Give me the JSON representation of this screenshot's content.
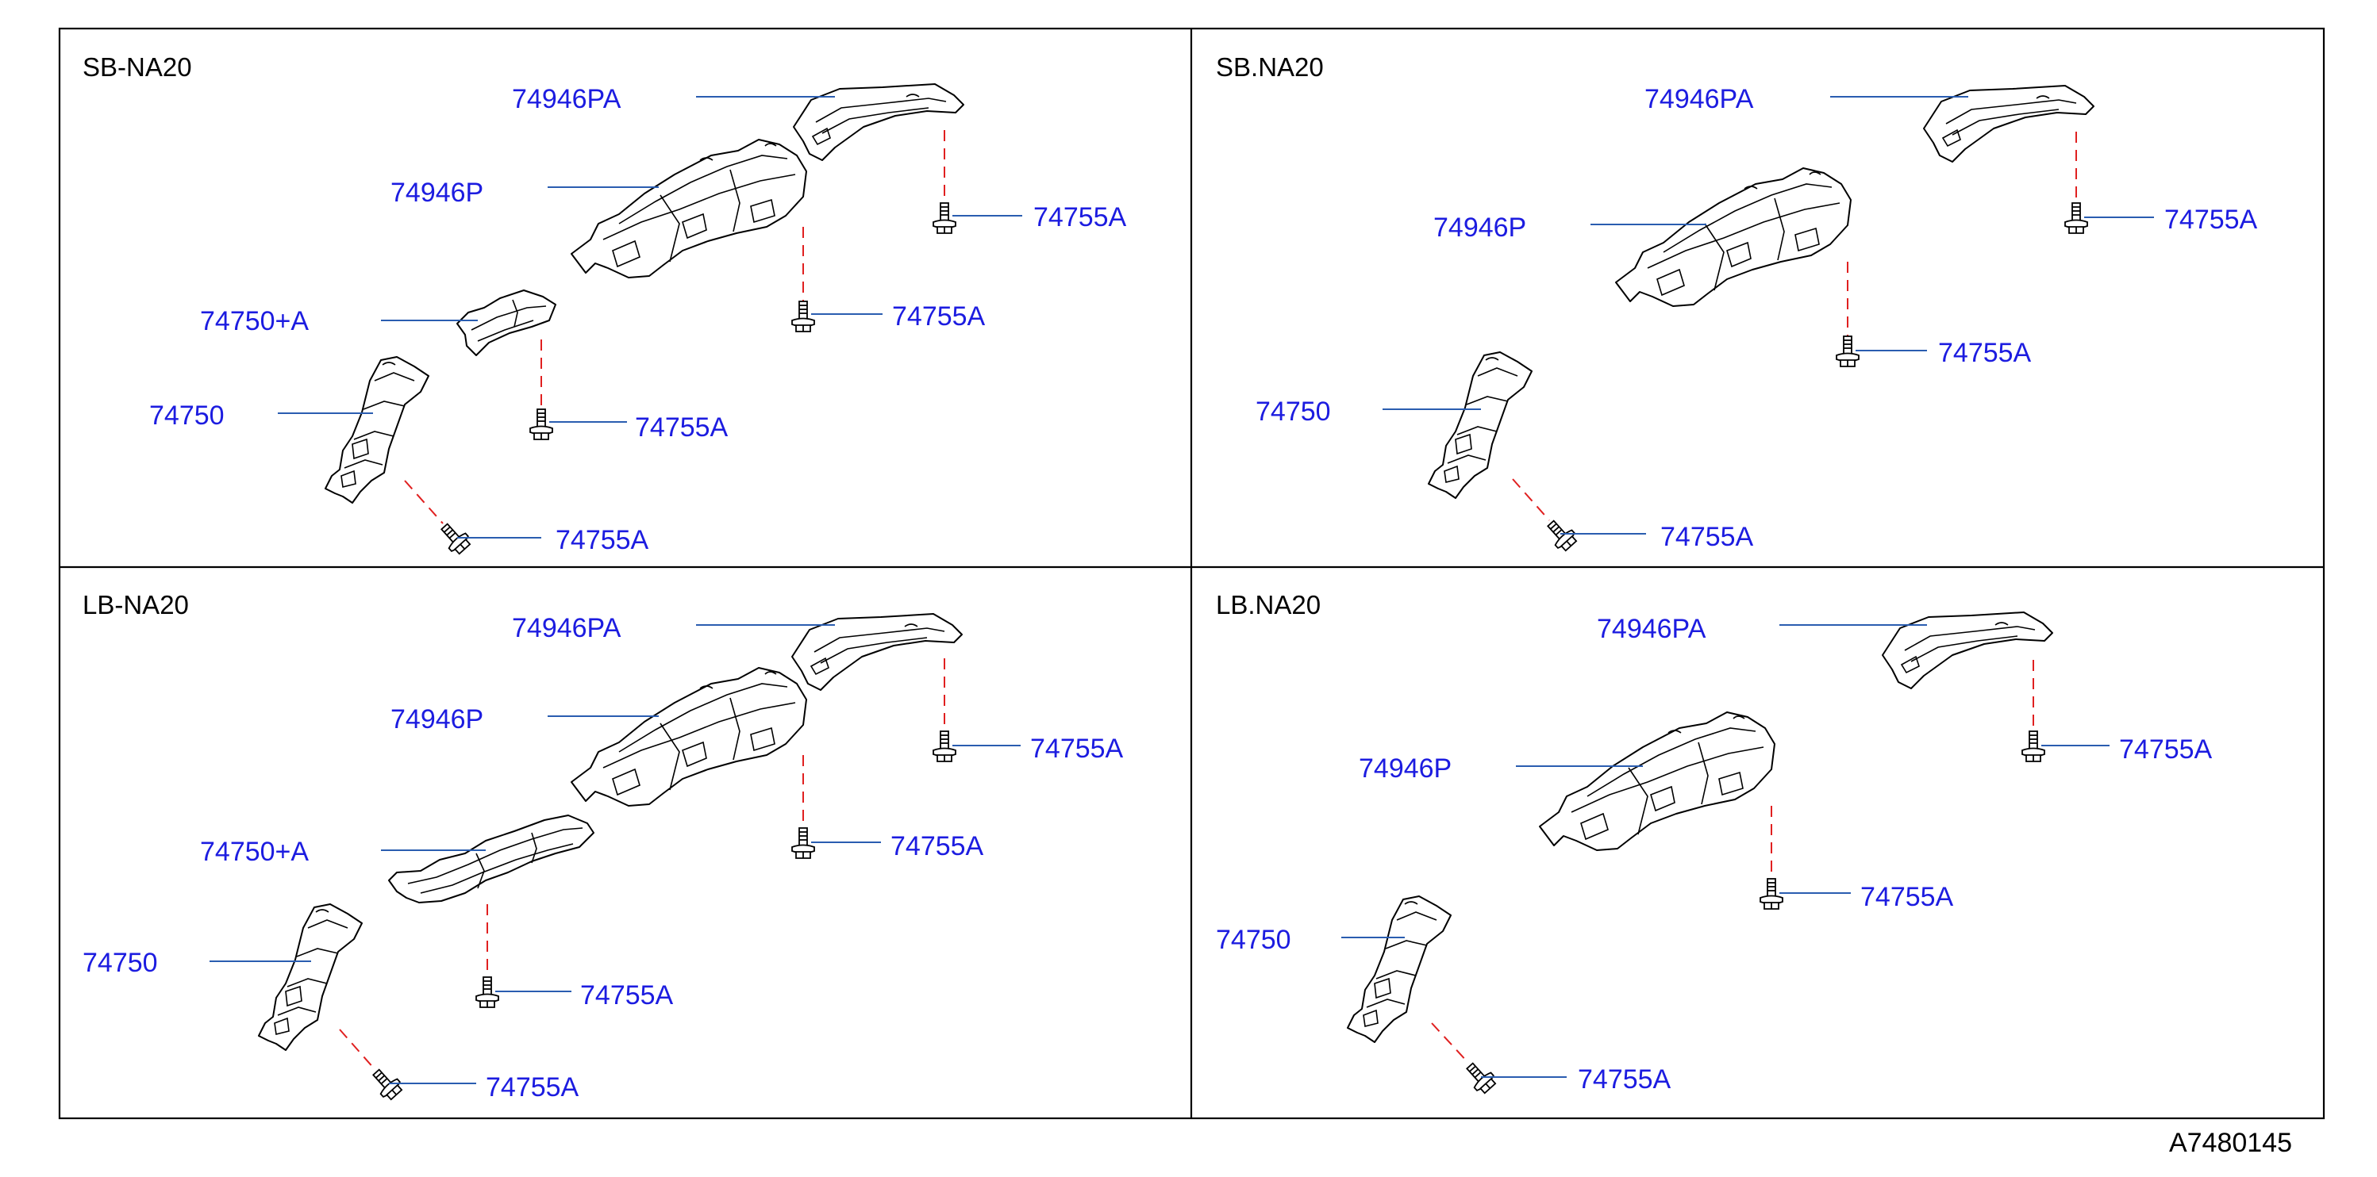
{
  "document_id": "A7480145",
  "panels": [
    {
      "variant": "SB-NA20",
      "labels": {
        "cover_pa": "74946PA",
        "cover_p": "74946P",
        "cover_plus_a": "74750+A",
        "cover_front": "74750",
        "bolt_1": "74755A",
        "bolt_2": "74755A",
        "bolt_3": "74755A",
        "bolt_4": "74755A"
      }
    },
    {
      "variant": "SB.NA20",
      "labels": {
        "cover_pa": "74946PA",
        "cover_p": "74946P",
        "cover_front": "74750",
        "bolt_1": "74755A",
        "bolt_2": "74755A",
        "bolt_3": "74755A"
      }
    },
    {
      "variant": "LB-NA20",
      "labels": {
        "cover_pa": "74946PA",
        "cover_p": "74946P",
        "cover_plus_a": "74750+A",
        "cover_front": "74750",
        "bolt_1": "74755A",
        "bolt_2": "74755A",
        "bolt_3": "74755A",
        "bolt_4": "74755A"
      }
    },
    {
      "variant": "LB.NA20",
      "labels": {
        "cover_pa": "74946PA",
        "cover_p": "74946P",
        "cover_front": "74750",
        "bolt_1": "74755A",
        "bolt_2": "74755A",
        "bolt_3": "74755A"
      }
    }
  ],
  "colors": {
    "part_number_text": "#1c1ce0",
    "leader_line": "#2a5db0",
    "fastener_dash": "#e02020",
    "outline": "#000000"
  }
}
